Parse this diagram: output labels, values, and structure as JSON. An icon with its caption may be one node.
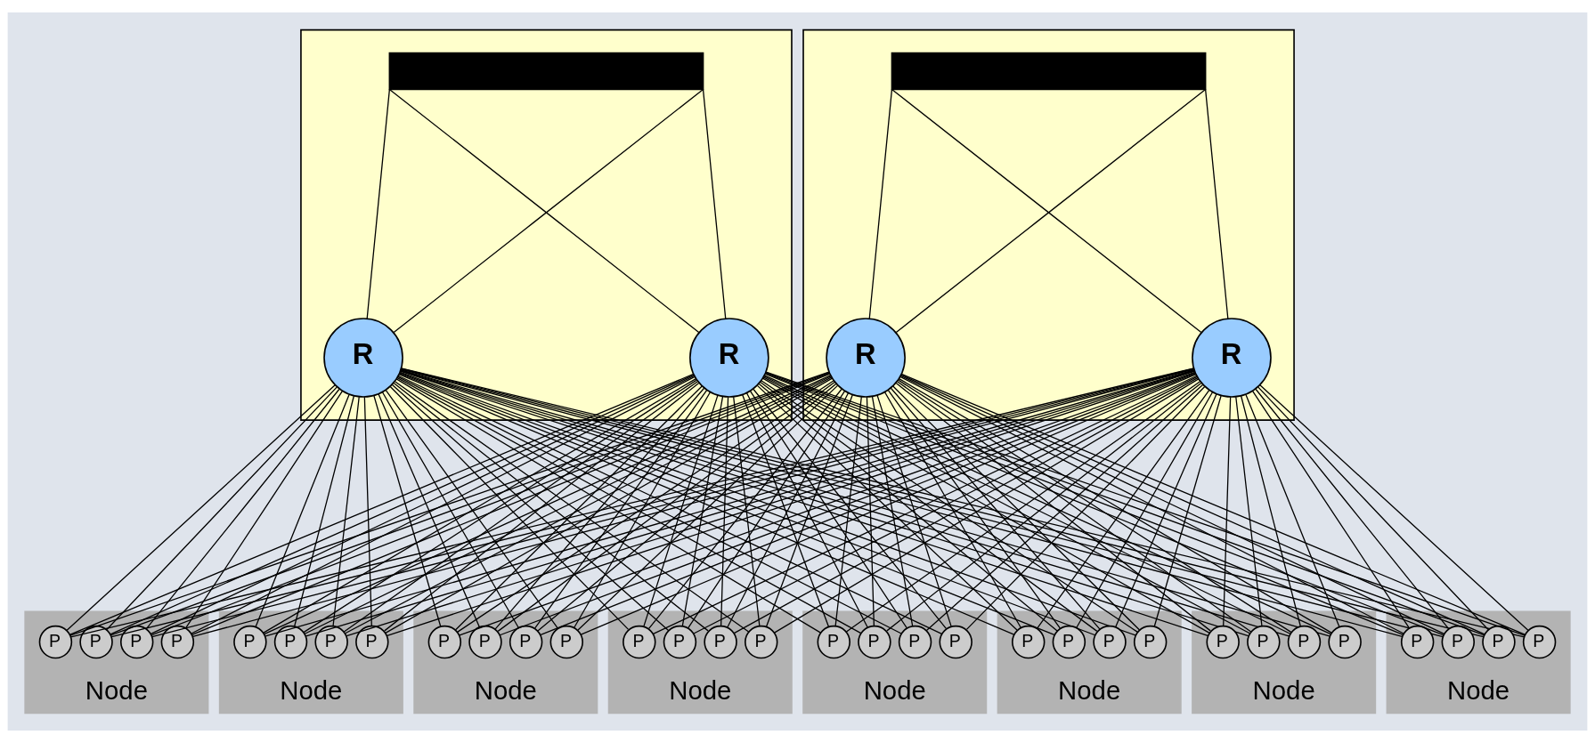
{
  "diagram": {
    "nodes": [
      {
        "text": [],
        "shape": "box"
      },
      {
        "text": [],
        "shape": "bar",
        "in": 0
      },
      {
        "text": [
          "R"
        ],
        "in": 0
      },
      {
        "text": [
          "R"
        ],
        "in": 0
      },
      {
        "text": [],
        "shape": "box"
      },
      {
        "text": [],
        "shape": "bar",
        "in": 4
      },
      {
        "text": [
          "R"
        ],
        "in": 4
      },
      {
        "text": [
          "R"
        ],
        "in": 4
      },
      {
        "text": [],
        "shape": "box",
        "beside": [
          "Node"
        ]
      },
      {
        "text": [
          "P"
        ],
        "in": 8
      },
      {
        "text": [
          "P"
        ],
        "in": 8
      },
      {
        "text": [
          "P"
        ],
        "in": 8
      },
      {
        "text": [
          "P"
        ],
        "in": 8
      },
      {
        "text": [],
        "shape": "box",
        "beside": [
          "Node"
        ]
      },
      {
        "text": [
          "P"
        ],
        "in": 13
      },
      {
        "text": [
          "P"
        ],
        "in": 13
      },
      {
        "text": [
          "P"
        ],
        "in": 13
      },
      {
        "text": [
          "P"
        ],
        "in": 13
      },
      {
        "text": [],
        "shape": "box",
        "beside": [
          "Node"
        ]
      },
      {
        "text": [
          "P"
        ],
        "in": 18
      },
      {
        "text": [
          "P"
        ],
        "in": 18
      },
      {
        "text": [
          "P"
        ],
        "in": 18
      },
      {
        "text": [
          "P"
        ],
        "in": 18
      },
      {
        "text": [],
        "shape": "box",
        "beside": [
          "Node"
        ]
      },
      {
        "text": [
          "P"
        ],
        "in": 23
      },
      {
        "text": [
          "P"
        ],
        "in": 23
      },
      {
        "text": [
          "P"
        ],
        "in": 23
      },
      {
        "text": [
          "P"
        ],
        "in": 23
      },
      {
        "text": [],
        "shape": "box",
        "beside": [
          "Node"
        ]
      },
      {
        "text": [
          "P"
        ],
        "in": 28
      },
      {
        "text": [
          "P"
        ],
        "in": 28
      },
      {
        "text": [
          "P"
        ],
        "in": 28
      },
      {
        "text": [
          "P"
        ],
        "in": 28
      },
      {
        "text": [],
        "shape": "box",
        "beside": [
          "Node"
        ]
      },
      {
        "text": [
          "P"
        ],
        "in": 33
      },
      {
        "text": [
          "P"
        ],
        "in": 33
      },
      {
        "text": [
          "P"
        ],
        "in": 33
      },
      {
        "text": [
          "P"
        ],
        "in": 33
      },
      {
        "text": [],
        "shape": "box",
        "beside": [
          "Node"
        ]
      },
      {
        "text": [
          "P"
        ],
        "in": 38
      },
      {
        "text": [
          "P"
        ],
        "in": 38
      },
      {
        "text": [
          "P"
        ],
        "in": 38
      },
      {
        "text": [
          "P"
        ],
        "in": 38
      },
      {
        "text": [],
        "shape": "box",
        "beside": [
          "Node"
        ]
      },
      {
        "text": [
          "P"
        ],
        "in": 43
      },
      {
        "text": [
          "P"
        ],
        "in": 43
      },
      {
        "text": [
          "P"
        ],
        "in": 43
      },
      {
        "text": [
          "P"
        ],
        "in": 43
      }
    ],
    "edges": [
      {
        "from": 1,
        "to": 2,
        "arrow": "none"
      },
      {
        "from": 1,
        "to": 3,
        "arrow": "none"
      },
      {
        "from": 1,
        "to": 2,
        "arrow": "none"
      },
      {
        "from": 1,
        "to": 3,
        "arrow": "none"
      },
      {
        "from": 5,
        "to": 6,
        "arrow": "none"
      },
      {
        "from": 5,
        "to": 7,
        "arrow": "none"
      },
      {
        "from": 5,
        "to": 6,
        "arrow": "none"
      },
      {
        "from": 5,
        "to": 7,
        "arrow": "none"
      },
      {
        "from": 2,
        "to": 9,
        "arrow": "none"
      },
      {
        "from": 2,
        "to": 10,
        "arrow": "none"
      },
      {
        "from": 2,
        "to": 11,
        "arrow": "none"
      },
      {
        "from": 2,
        "to": 12,
        "arrow": "none"
      },
      {
        "from": 2,
        "to": 14,
        "arrow": "none"
      },
      {
        "from": 2,
        "to": 15,
        "arrow": "none"
      },
      {
        "from": 2,
        "to": 16,
        "arrow": "none"
      },
      {
        "from": 2,
        "to": 17,
        "arrow": "none"
      },
      {
        "from": 2,
        "to": 19,
        "arrow": "none"
      },
      {
        "from": 2,
        "to": 20,
        "arrow": "none"
      },
      {
        "from": 2,
        "to": 21,
        "arrow": "none"
      },
      {
        "from": 2,
        "to": 22,
        "arrow": "none"
      },
      {
        "from": 2,
        "to": 24,
        "arrow": "none"
      },
      {
        "from": 2,
        "to": 25,
        "arrow": "none"
      },
      {
        "from": 2,
        "to": 26,
        "arrow": "none"
      },
      {
        "from": 2,
        "to": 27,
        "arrow": "none"
      },
      {
        "from": 2,
        "to": 29,
        "arrow": "none"
      },
      {
        "from": 2,
        "to": 30,
        "arrow": "none"
      },
      {
        "from": 2,
        "to": 31,
        "arrow": "none"
      },
      {
        "from": 2,
        "to": 32,
        "arrow": "none"
      },
      {
        "from": 2,
        "to": 34,
        "arrow": "none"
      },
      {
        "from": 2,
        "to": 35,
        "arrow": "none"
      },
      {
        "from": 2,
        "to": 36,
        "arrow": "none"
      },
      {
        "from": 2,
        "to": 37,
        "arrow": "none"
      },
      {
        "from": 2,
        "to": 39,
        "arrow": "none"
      },
      {
        "from": 2,
        "to": 40,
        "arrow": "none"
      },
      {
        "from": 2,
        "to": 41,
        "arrow": "none"
      },
      {
        "from": 2,
        "to": 42,
        "arrow": "none"
      },
      {
        "from": 2,
        "to": 44,
        "arrow": "none"
      },
      {
        "from": 2,
        "to": 45,
        "arrow": "none"
      },
      {
        "from": 2,
        "to": 46,
        "arrow": "none"
      },
      {
        "from": 2,
        "to": 47,
        "arrow": "none"
      },
      {
        "from": 3,
        "to": 9,
        "arrow": "none"
      },
      {
        "from": 3,
        "to": 10,
        "arrow": "none"
      },
      {
        "from": 3,
        "to": 11,
        "arrow": "none"
      },
      {
        "from": 3,
        "to": 12,
        "arrow": "none"
      },
      {
        "from": 3,
        "to": 14,
        "arrow": "none"
      },
      {
        "from": 3,
        "to": 15,
        "arrow": "none"
      },
      {
        "from": 3,
        "to": 16,
        "arrow": "none"
      },
      {
        "from": 3,
        "to": 17,
        "arrow": "none"
      },
      {
        "from": 3,
        "to": 19,
        "arrow": "none"
      },
      {
        "from": 3,
        "to": 20,
        "arrow": "none"
      },
      {
        "from": 3,
        "to": 21,
        "arrow": "none"
      },
      {
        "from": 3,
        "to": 22,
        "arrow": "none"
      },
      {
        "from": 3,
        "to": 24,
        "arrow": "none"
      },
      {
        "from": 3,
        "to": 25,
        "arrow": "none"
      },
      {
        "from": 3,
        "to": 26,
        "arrow": "none"
      },
      {
        "from": 3,
        "to": 27,
        "arrow": "none"
      },
      {
        "from": 3,
        "to": 29,
        "arrow": "none"
      },
      {
        "from": 3,
        "to": 30,
        "arrow": "none"
      },
      {
        "from": 3,
        "to": 31,
        "arrow": "none"
      },
      {
        "from": 3,
        "to": 32,
        "arrow": "none"
      },
      {
        "from": 3,
        "to": 34,
        "arrow": "none"
      },
      {
        "from": 3,
        "to": 35,
        "arrow": "none"
      },
      {
        "from": 3,
        "to": 36,
        "arrow": "none"
      },
      {
        "from": 3,
        "to": 37,
        "arrow": "none"
      },
      {
        "from": 3,
        "to": 39,
        "arrow": "none"
      },
      {
        "from": 3,
        "to": 40,
        "arrow": "none"
      },
      {
        "from": 3,
        "to": 41,
        "arrow": "none"
      },
      {
        "from": 3,
        "to": 42,
        "arrow": "none"
      },
      {
        "from": 3,
        "to": 44,
        "arrow": "none"
      },
      {
        "from": 3,
        "to": 45,
        "arrow": "none"
      },
      {
        "from": 3,
        "to": 46,
        "arrow": "none"
      },
      {
        "from": 3,
        "to": 47,
        "arrow": "none"
      },
      {
        "from": 6,
        "to": 9,
        "arrow": "none"
      },
      {
        "from": 6,
        "to": 10,
        "arrow": "none"
      },
      {
        "from": 6,
        "to": 11,
        "arrow": "none"
      },
      {
        "from": 6,
        "to": 12,
        "arrow": "none"
      },
      {
        "from": 6,
        "to": 14,
        "arrow": "none"
      },
      {
        "from": 6,
        "to": 15,
        "arrow": "none"
      },
      {
        "from": 6,
        "to": 16,
        "arrow": "none"
      },
      {
        "from": 6,
        "to": 17,
        "arrow": "none"
      },
      {
        "from": 6,
        "to": 19,
        "arrow": "none"
      },
      {
        "from": 6,
        "to": 20,
        "arrow": "none"
      },
      {
        "from": 6,
        "to": 21,
        "arrow": "none"
      },
      {
        "from": 6,
        "to": 22,
        "arrow": "none"
      },
      {
        "from": 6,
        "to": 24,
        "arrow": "none"
      },
      {
        "from": 6,
        "to": 25,
        "arrow": "none"
      },
      {
        "from": 6,
        "to": 26,
        "arrow": "none"
      },
      {
        "from": 6,
        "to": 27,
        "arrow": "none"
      },
      {
        "from": 6,
        "to": 29,
        "arrow": "none"
      },
      {
        "from": 6,
        "to": 30,
        "arrow": "none"
      },
      {
        "from": 6,
        "to": 31,
        "arrow": "none"
      },
      {
        "from": 6,
        "to": 32,
        "arrow": "none"
      },
      {
        "from": 6,
        "to": 34,
        "arrow": "none"
      },
      {
        "from": 6,
        "to": 35,
        "arrow": "none"
      },
      {
        "from": 6,
        "to": 36,
        "arrow": "none"
      },
      {
        "from": 6,
        "to": 37,
        "arrow": "none"
      },
      {
        "from": 6,
        "to": 39,
        "arrow": "none"
      },
      {
        "from": 6,
        "to": 40,
        "arrow": "none"
      },
      {
        "from": 6,
        "to": 41,
        "arrow": "none"
      },
      {
        "from": 6,
        "to": 42,
        "arrow": "none"
      },
      {
        "from": 6,
        "to": 44,
        "arrow": "none"
      },
      {
        "from": 6,
        "to": 45,
        "arrow": "none"
      },
      {
        "from": 6,
        "to": 46,
        "arrow": "none"
      },
      {
        "from": 6,
        "to": 47,
        "arrow": "none"
      },
      {
        "from": 7,
        "to": 9,
        "arrow": "none"
      },
      {
        "from": 7,
        "to": 10,
        "arrow": "none"
      },
      {
        "from": 7,
        "to": 11,
        "arrow": "none"
      },
      {
        "from": 7,
        "to": 12,
        "arrow": "none"
      },
      {
        "from": 7,
        "to": 14,
        "arrow": "none"
      },
      {
        "from": 7,
        "to": 15,
        "arrow": "none"
      },
      {
        "from": 7,
        "to": 16,
        "arrow": "none"
      },
      {
        "from": 7,
        "to": 17,
        "arrow": "none"
      },
      {
        "from": 7,
        "to": 19,
        "arrow": "none"
      },
      {
        "from": 7,
        "to": 20,
        "arrow": "none"
      },
      {
        "from": 7,
        "to": 21,
        "arrow": "none"
      },
      {
        "from": 7,
        "to": 22,
        "arrow": "none"
      },
      {
        "from": 7,
        "to": 24,
        "arrow": "none"
      },
      {
        "from": 7,
        "to": 25,
        "arrow": "none"
      },
      {
        "from": 7,
        "to": 26,
        "arrow": "none"
      },
      {
        "from": 7,
        "to": 27,
        "arrow": "none"
      },
      {
        "from": 7,
        "to": 29,
        "arrow": "none"
      },
      {
        "from": 7,
        "to": 30,
        "arrow": "none"
      },
      {
        "from": 7,
        "to": 31,
        "arrow": "none"
      },
      {
        "from": 7,
        "to": 32,
        "arrow": "none"
      },
      {
        "from": 7,
        "to": 34,
        "arrow": "none"
      },
      {
        "from": 7,
        "to": 35,
        "arrow": "none"
      },
      {
        "from": 7,
        "to": 36,
        "arrow": "none"
      },
      {
        "from": 7,
        "to": 37,
        "arrow": "none"
      },
      {
        "from": 7,
        "to": 39,
        "arrow": "none"
      },
      {
        "from": 7,
        "to": 40,
        "arrow": "none"
      },
      {
        "from": 7,
        "to": 41,
        "arrow": "none"
      },
      {
        "from": 7,
        "to": 42,
        "arrow": "none"
      },
      {
        "from": 7,
        "to": 44,
        "arrow": "none"
      },
      {
        "from": 7,
        "to": 45,
        "arrow": "none"
      },
      {
        "from": 7,
        "to": 46,
        "arrow": "none"
      },
      {
        "from": 7,
        "to": 47,
        "arrow": "none"
      }
    ]
  }
}
